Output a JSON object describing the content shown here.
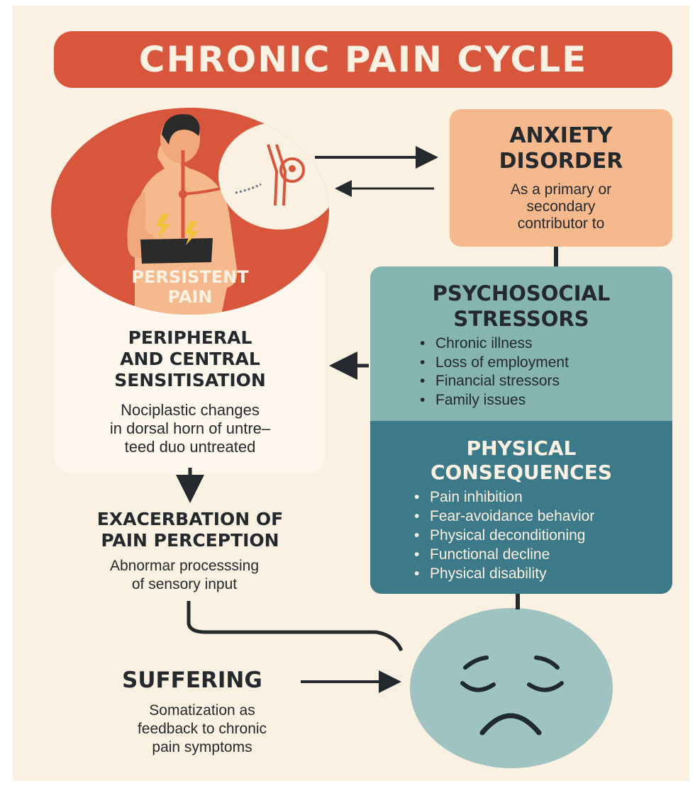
{
  "title": "CHRONIC PAIN CYCLE",
  "persistent_pain": {
    "label_line1": "PERSISTENT",
    "label_line2": "PAIN"
  },
  "anxiety": {
    "heading_line1": "ANXIETY",
    "heading_line2": "DISORDER",
    "text_line1": "As a primary or",
    "text_line2": "secondary",
    "text_line3": "contributor to"
  },
  "psychosocial": {
    "heading_line1": "PSYCHOSOCIAL",
    "heading_line2": "STRESSORS",
    "items": [
      "Chronic illness",
      "Loss of employment",
      "Financial stressors",
      "Family issues"
    ]
  },
  "physical": {
    "heading_line1": "PHYSICAL",
    "heading_line2": "CONSEQUENCES",
    "items": [
      "Pain inhibition",
      "Fear-avoidance behavior",
      "Physical deconditioning",
      "Functional decline",
      "Physical disability"
    ]
  },
  "sensitisation": {
    "heading_line1": "PERIPHERAL",
    "heading_line2": "AND CENTRAL",
    "heading_line3": "SENSITISATION",
    "text_line1": "Nociplastic changes",
    "text_line2": "in dorsal horn of untre–",
    "text_line3": "teed duo untreated"
  },
  "exacerbation": {
    "heading_line1": "EXACERBATION OF",
    "heading_line2": "PAIN PERCEPTION",
    "text_line1": "Abnormar processsing",
    "text_line2": "of sensory input"
  },
  "suffering": {
    "heading": "SUFFERING",
    "text_line1": "Somatization as",
    "text_line2": "feedback to chronic",
    "text_line3": "pain symptoms"
  },
  "icons": {
    "body": "human-back-icon",
    "nerve": "nerve-magnifier-icon",
    "face": "sad-face-icon"
  },
  "colors": {
    "background": "#fbf1e3",
    "title_red": "#d8573c",
    "anxiety_orange": "#f6b98d",
    "psychosocial_teal": "#85b4b1",
    "physical_teal": "#3c7a89",
    "face_teal": "#9fc3c1",
    "text_dark": "#24292e"
  }
}
